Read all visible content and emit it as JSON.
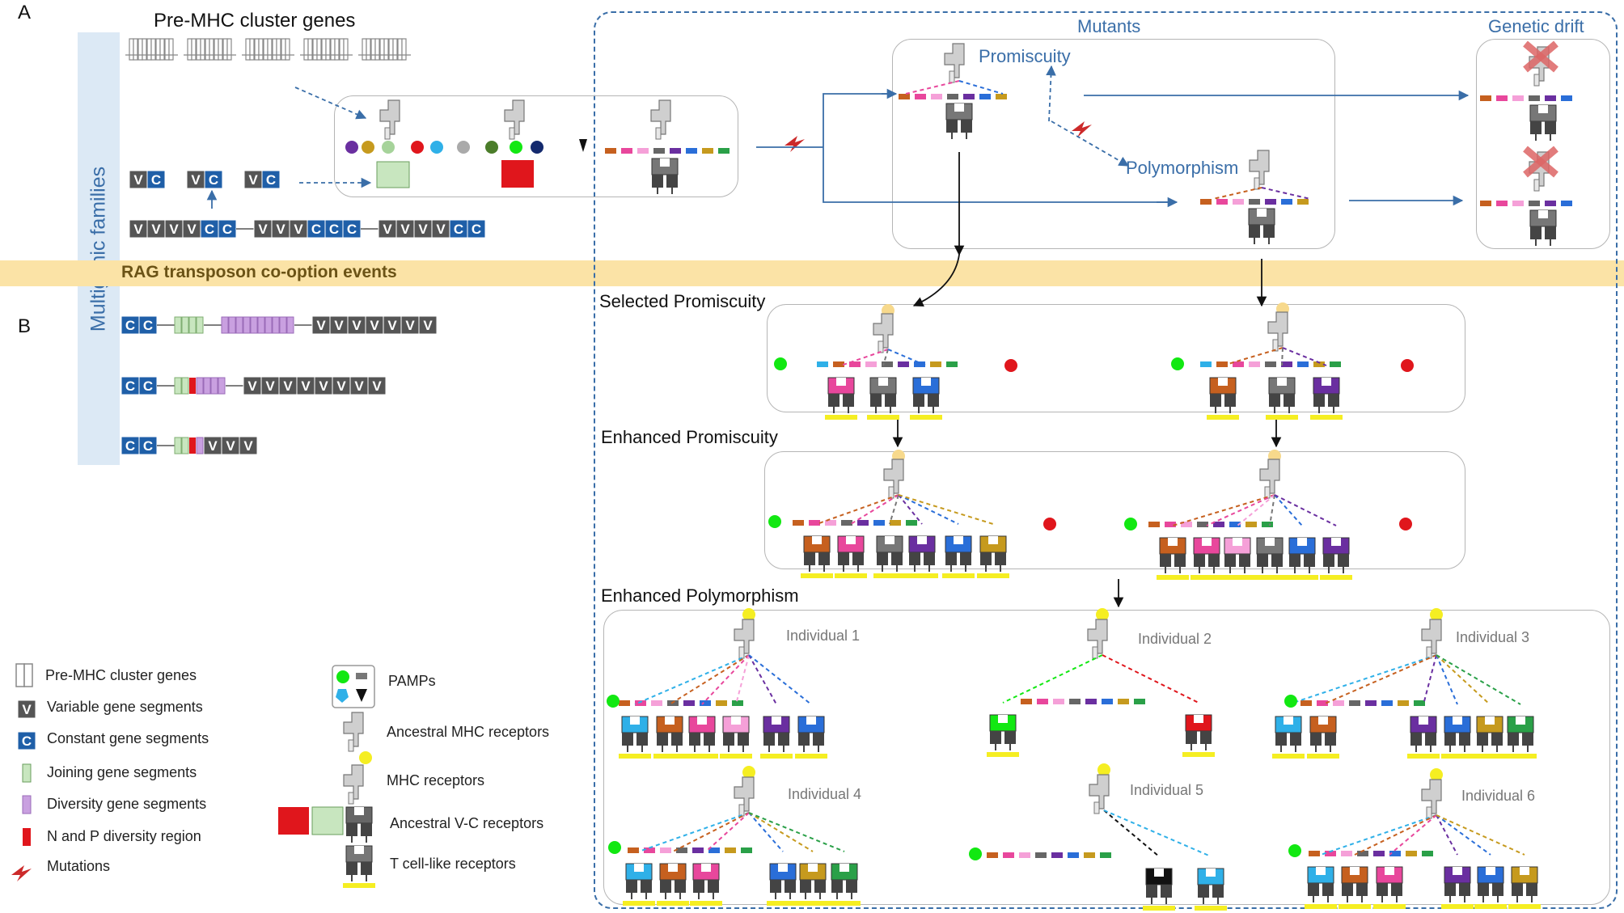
{
  "panels": {
    "a": "A",
    "b": "B"
  },
  "top": {
    "pre_mhc_title": "Pre-MHC cluster genes",
    "multigenic": "Multigenic families",
    "rag": "RAG transposon co-option events",
    "mutants": "Mutants",
    "genetic_drift": "Genetic drift",
    "promiscuity": "Promiscuity",
    "polymorphism": "Polymorphism"
  },
  "sections": {
    "selected": "Selected Promiscuity",
    "enhanced_promiscuity": "Enhanced Promiscuity",
    "enhanced_polymorphism": "Enhanced Polymorphism"
  },
  "individuals": [
    "Individual 1",
    "Individual 2",
    "Individual 3",
    "Individual 4",
    "Individual 5",
    "Individual 6"
  ],
  "segments": {
    "v": "V",
    "c": "C"
  },
  "legend_left": [
    "Pre-MHC cluster genes",
    "Variable gene segments",
    "Constant gene segments",
    "Joining gene segments",
    "Diversity gene segments",
    "N and P diversity region",
    "Mutations"
  ],
  "legend_right": [
    "PAMPs",
    "Ancestral MHC  receptors",
    "MHC receptors",
    "Ancestral V-C receptors",
    "T cell-like receptors"
  ],
  "colors": {
    "accent_blue": "#3a6ea8",
    "gene_blue": "#1f5fa8",
    "gene_gray": "#555555",
    "join_green": "#c8e6bf",
    "div_purple": "#c9a0e0",
    "np_red": "#e0161c",
    "rag_band": "#fbe3a6",
    "yellow": "#f5ee22",
    "mutation_red": "#cc2a2a"
  }
}
